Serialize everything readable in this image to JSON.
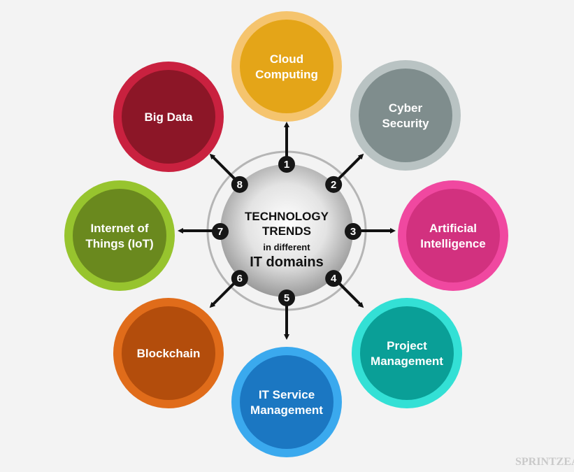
{
  "center": {
    "lines": [
      "TECHNOLOGY",
      "TRENDS",
      "in different",
      "IT domains"
    ]
  },
  "nodes": [
    {
      "num": "1",
      "lines": [
        "Cloud",
        "Computing"
      ],
      "outer": "#f5c46e",
      "inner": "#e4a518"
    },
    {
      "num": "2",
      "lines": [
        "Cyber",
        "Security"
      ],
      "outer": "#b9c3c3",
      "inner": "#7f8d8d"
    },
    {
      "num": "3",
      "lines": [
        "Artificial",
        "Intelligence"
      ],
      "outer": "#f048a0",
      "inner": "#d2317f"
    },
    {
      "num": "4",
      "lines": [
        "Project",
        "Management"
      ],
      "outer": "#33e0d5",
      "inner": "#0a9f97"
    },
    {
      "num": "5",
      "lines": [
        "IT Service",
        "Management"
      ],
      "outer": "#3aa9ee",
      "inner": "#1b77c2"
    },
    {
      "num": "6",
      "lines": [
        "Blockchain"
      ],
      "outer": "#e06c1a",
      "inner": "#b34d0c"
    },
    {
      "num": "7",
      "lines": [
        "Internet of",
        "Things (IoT)"
      ],
      "outer": "#97c42e",
      "inner": "#6a891e"
    },
    {
      "num": "8",
      "lines": [
        "Big Data"
      ],
      "outer": "#c9213f",
      "inner": "#8c1627"
    }
  ],
  "watermark": {
    "text": "SPRINTZEAL"
  }
}
